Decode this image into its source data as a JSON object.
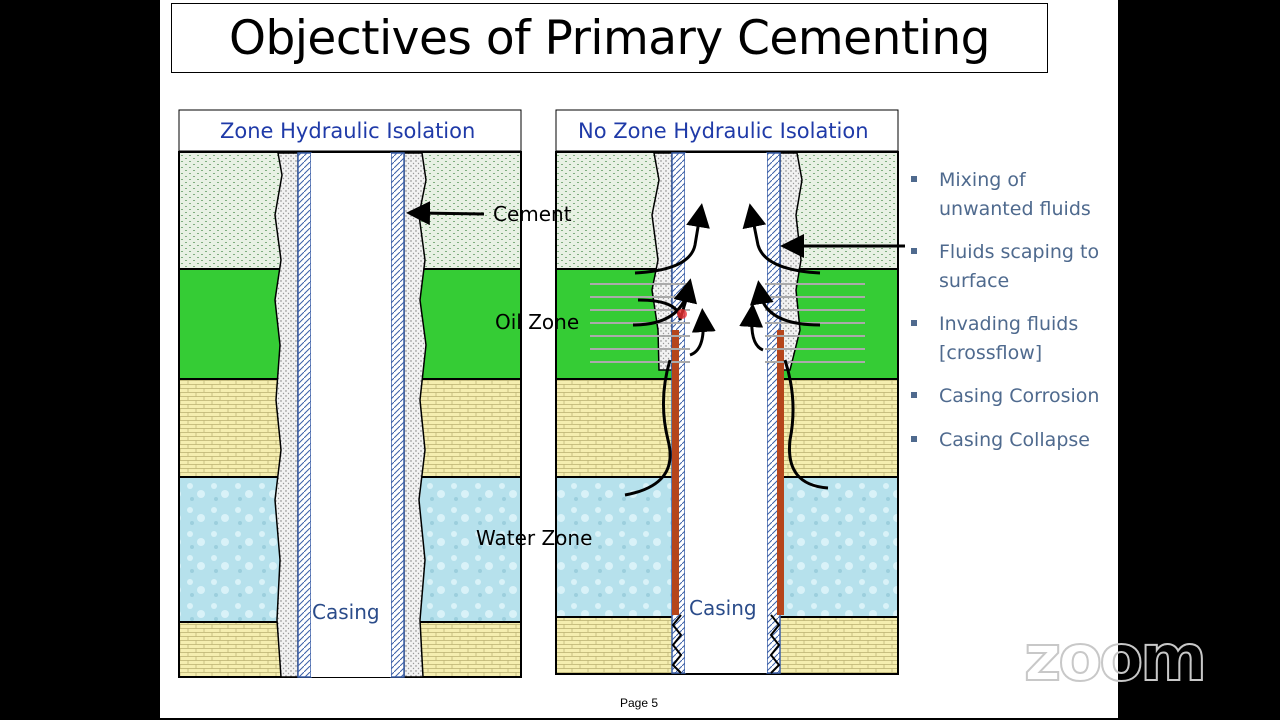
{
  "slide": {
    "title": "Objectives of Primary Cementing",
    "page": "Page 5"
  },
  "left_panel": {
    "title": "Zone Hydraulic Isolation",
    "cement_label": "Cement",
    "casing_label": "Casing"
  },
  "center_labels": {
    "oil_zone": "Oil Zone",
    "water_zone": "Water Zone"
  },
  "right_panel": {
    "title": "No Zone Hydraulic Isolation",
    "casing_label": "Casing"
  },
  "bullets": [
    "Mixing of unwanted fluids",
    "Fluids scaping to surface",
    "Invading fluids [crossflow]",
    "Casing Corrosion",
    "Casing Collapse"
  ],
  "colors": {
    "shale": "#e8f1e4",
    "oil_zone": "#35cc35",
    "sandstone": "#f5eeb0",
    "water_zone": "#b6e1ec",
    "casing": "#3a5fa8",
    "corroded_casing": "#b5451b",
    "title_blue": "#1f3aa8",
    "bullet_text": "#4f6a8e"
  },
  "branding": "zoom"
}
